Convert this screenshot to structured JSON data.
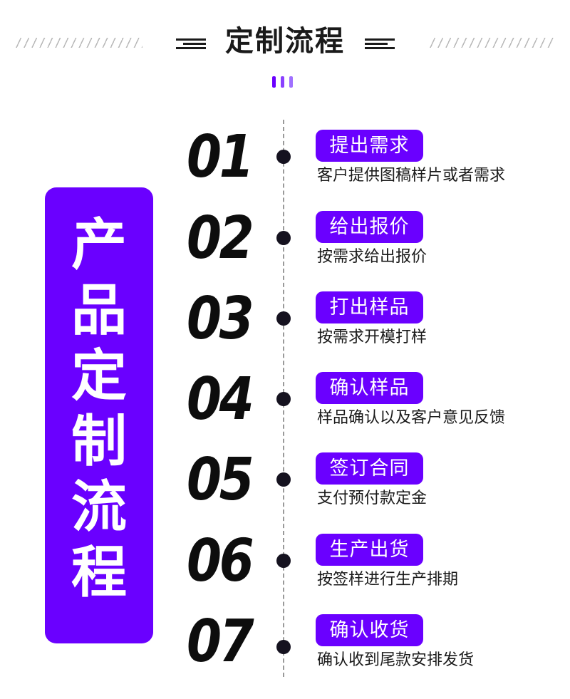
{
  "header": {
    "title": "定制流程"
  },
  "side_panel": {
    "chars": [
      "产",
      "品",
      "定",
      "制",
      "流",
      "程"
    ]
  },
  "steps": [
    {
      "number": "01",
      "title": "提出需求",
      "desc": "客户提供图稿样片或者需求"
    },
    {
      "number": "02",
      "title": "给出报价",
      "desc": "按需求给出报价"
    },
    {
      "number": "03",
      "title": "打出样品",
      "desc": "按需求开模打样"
    },
    {
      "number": "04",
      "title": "确认样品",
      "desc": "样品确认以及客户意见反馈"
    },
    {
      "number": "05",
      "title": "签订合同",
      "desc": "支付预付款定金"
    },
    {
      "number": "06",
      "title": "生产出货",
      "desc": "按签样进行生产排期"
    },
    {
      "number": "07",
      "title": "确认收货",
      "desc": "确认收到尾款安排发货"
    }
  ],
  "colors": {
    "accent": "#6a00ff",
    "accent_light": "#a070ff",
    "text_dark": "#1a1a1a",
    "dot": "#15121f"
  }
}
